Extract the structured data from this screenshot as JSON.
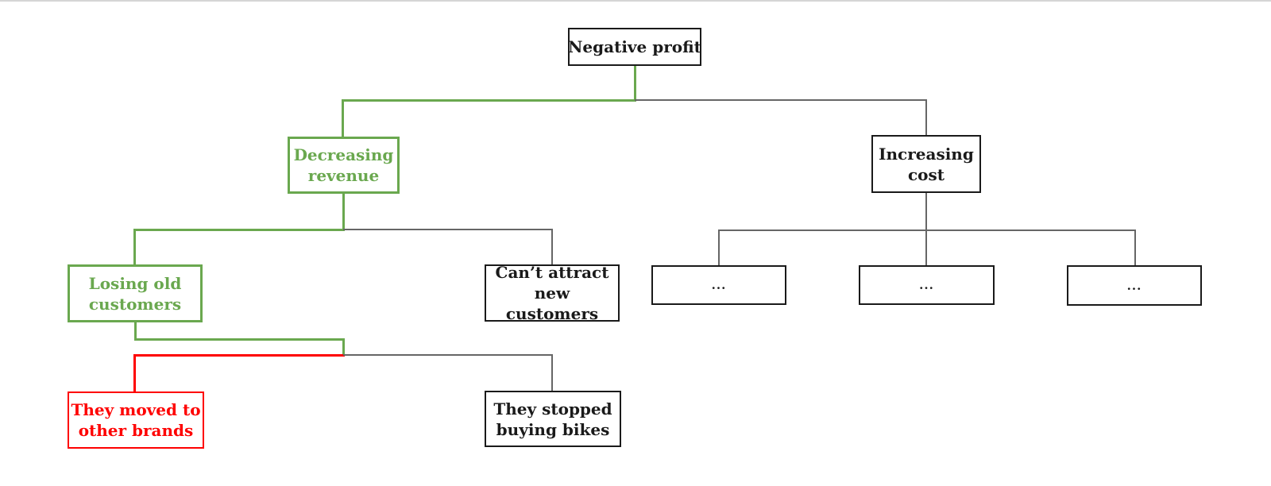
{
  "diagram": {
    "type": "issue-tree",
    "nodes": {
      "root": {
        "label": "Negative profit",
        "state": "default"
      },
      "decreasing_revenue": {
        "label": "Decreasing revenue",
        "state": "highlight-green"
      },
      "increasing_cost": {
        "label": "Increasing cost",
        "state": "default"
      },
      "losing_old_customers": {
        "label": "Losing old customers",
        "state": "highlight-green"
      },
      "cant_attract_new_customers": {
        "label": "Can’t attract new customers",
        "state": "default"
      },
      "cost_placeholder_1": {
        "label": "...",
        "state": "default"
      },
      "cost_placeholder_2": {
        "label": "...",
        "state": "default"
      },
      "cost_placeholder_3": {
        "label": "...",
        "state": "default"
      },
      "moved_to_other_brands": {
        "label": "They moved to other brands",
        "state": "highlight-red"
      },
      "stopped_buying_bikes": {
        "label": "They stopped buying bikes",
        "state": "default"
      }
    },
    "edges": [
      {
        "from": "root",
        "to": "decreasing_revenue",
        "color": "green"
      },
      {
        "from": "root",
        "to": "increasing_cost",
        "color": "gray"
      },
      {
        "from": "decreasing_revenue",
        "to": "losing_old_customers",
        "color": "green"
      },
      {
        "from": "decreasing_revenue",
        "to": "cant_attract_new_customers",
        "color": "gray"
      },
      {
        "from": "increasing_cost",
        "to": "cost_placeholder_1",
        "color": "gray"
      },
      {
        "from": "increasing_cost",
        "to": "cost_placeholder_2",
        "color": "gray"
      },
      {
        "from": "increasing_cost",
        "to": "cost_placeholder_3",
        "color": "gray"
      },
      {
        "from": "losing_old_customers",
        "to": "moved_to_other_brands",
        "color": "green-then-red"
      },
      {
        "from": "losing_old_customers",
        "to": "stopped_buying_bikes",
        "color": "green-then-gray"
      }
    ],
    "colors": {
      "highlight_green": "#6aa84f",
      "highlight_red": "#fe0000",
      "node_border": "#1a1a1a",
      "connector": "#666666",
      "canvas_top_border": "#d5d5d5"
    }
  }
}
